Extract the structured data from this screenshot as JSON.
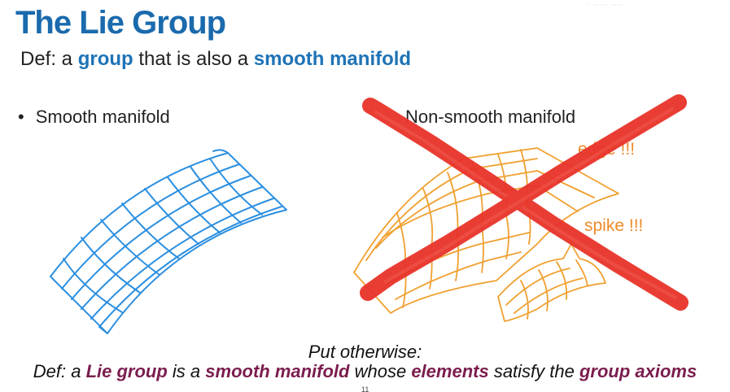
{
  "watermark": "· ····· ····",
  "title": "The Lie Group",
  "definition": {
    "prefix": "Def: a ",
    "term1": "group",
    "middle": " that is also a ",
    "term2": "smooth manifold"
  },
  "left_panel": {
    "bullet": "•",
    "label": "Smooth manifold"
  },
  "right_panel": {
    "label": "Non-smooth manifold",
    "edge_annotation": "edge !!!",
    "spike_annotation": "spike !!!"
  },
  "bottom": {
    "put_otherwise": "Put otherwise:",
    "def_prefix": "Def: a ",
    "lie_group": "Lie group",
    "is_a": " is a ",
    "smooth_manifold": "smooth manifold",
    "whose": " whose ",
    "elements": "elements",
    "satisfy": " satisfy the ",
    "group_axioms": "group axioms"
  },
  "page_number": "11",
  "colors": {
    "title": "#1a6aad",
    "highlight_blue": "#1e73b6",
    "grid_blue": "#2b8fe0",
    "grid_orange": "#f0a030",
    "cross_red": "#e8332a",
    "highlight_purple": "#7b1d4e"
  }
}
